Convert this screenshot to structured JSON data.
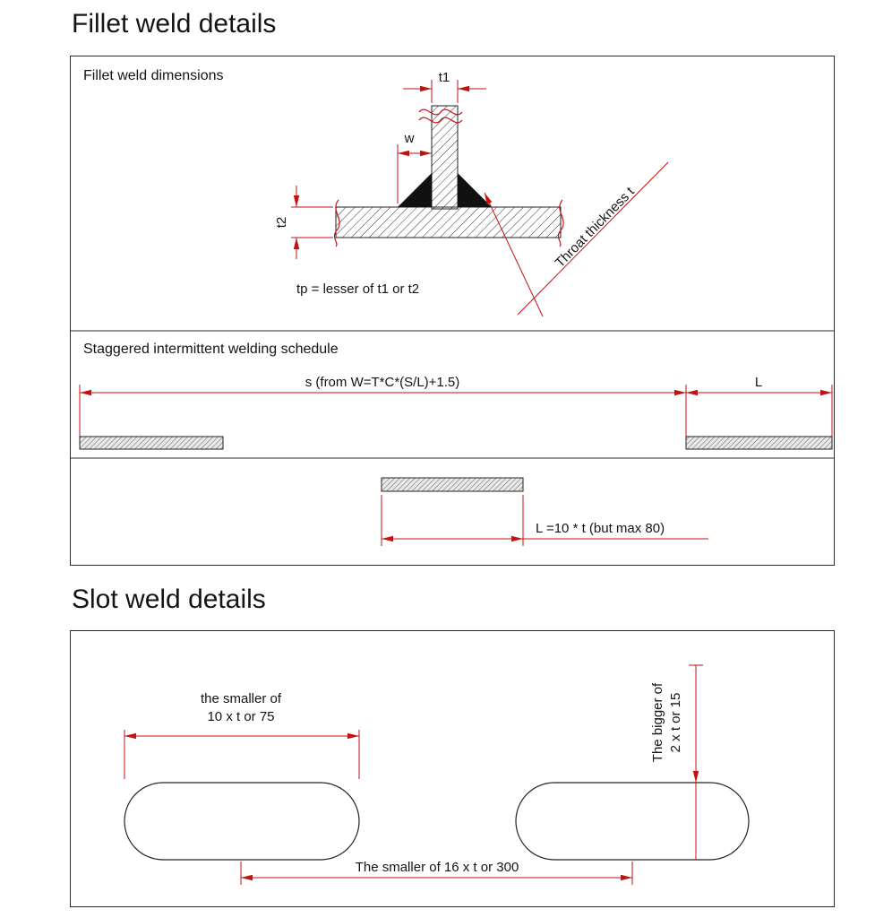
{
  "colors": {
    "dimension": "#c41212",
    "ink": "#222222"
  },
  "fillet": {
    "title": "Fillet weld details",
    "dims_label": "Fillet weld dimensions",
    "t1": "t1",
    "w": "w",
    "t2": "t2",
    "throat": "Throat thickness t",
    "tp_note": "tp = lesser of t1 or t2",
    "schedule_label": "Staggered intermittent welding schedule",
    "s_formula": "s (from W=T*C*(S/L)+1.5)",
    "l": "L",
    "l_note": "L =10 * t (but max 80)"
  },
  "slot": {
    "title": "Slot weld details",
    "slot_length_line1": "the smaller of",
    "slot_length_line2": "10 x t or 75",
    "slot_height_line1": "The bigger of",
    "slot_height_line2": "2 x t or 15",
    "pitch_note": "The smaller of 16 x t or 300"
  }
}
